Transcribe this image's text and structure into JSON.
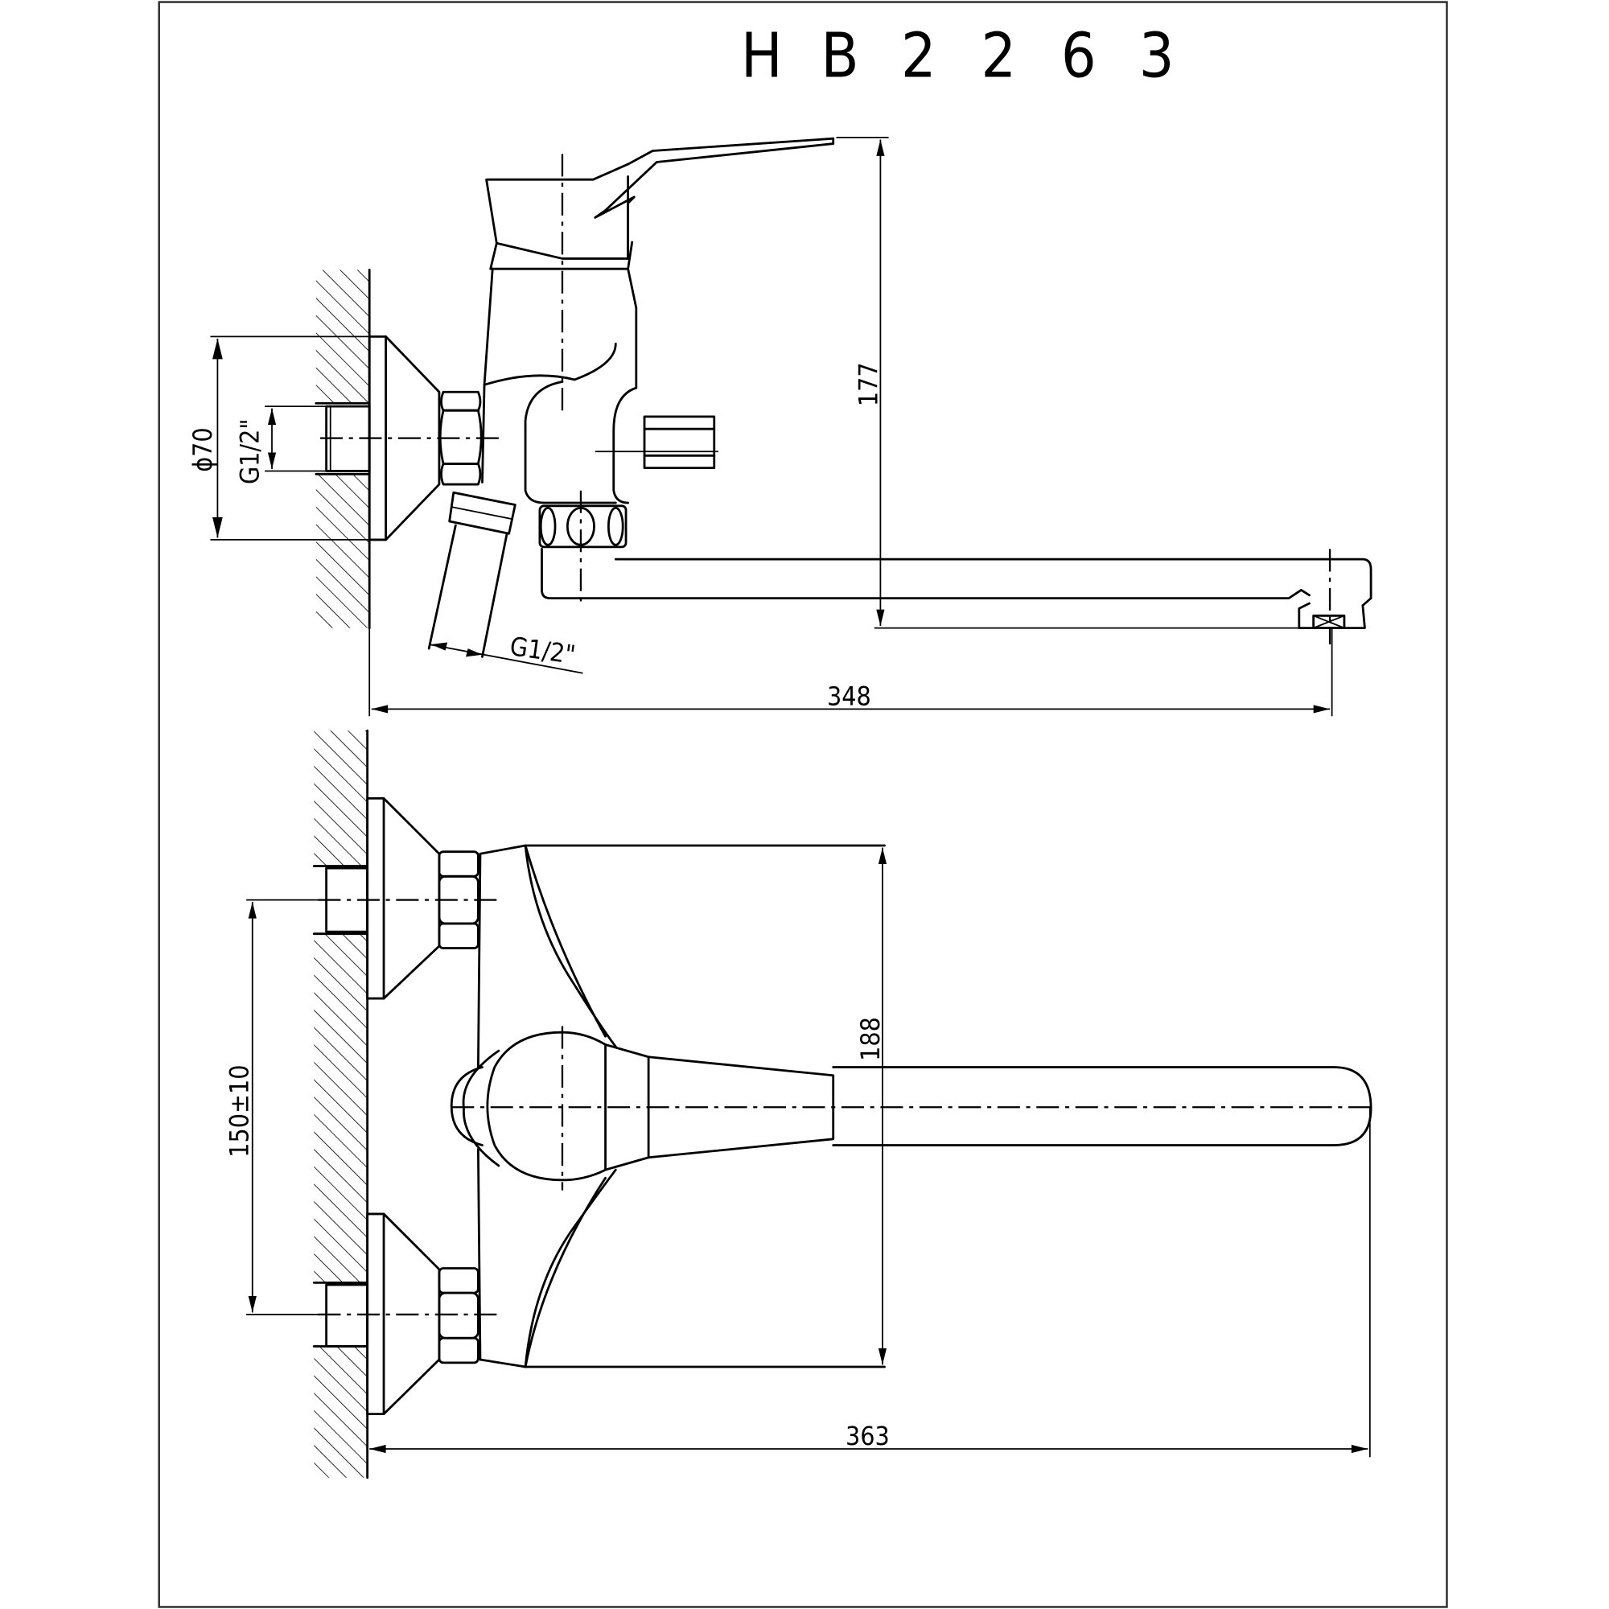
{
  "title": {
    "model_code": "HB2263",
    "letters": [
      "H",
      "B",
      "2",
      "2",
      "6",
      "3"
    ]
  },
  "side_view": {
    "dimensions": {
      "escutcheon_diameter": "ϕ70",
      "wall_connection_thread": "G1/2\"",
      "outlet_thread": "G1/2\"",
      "height": "177",
      "projection": "348"
    }
  },
  "top_view": {
    "dimensions": {
      "center_distance": "150±10",
      "body_width": "188",
      "total_length": "363"
    }
  },
  "colors": {
    "line": "#000000",
    "background": "#ffffff",
    "frame": "#333333"
  }
}
